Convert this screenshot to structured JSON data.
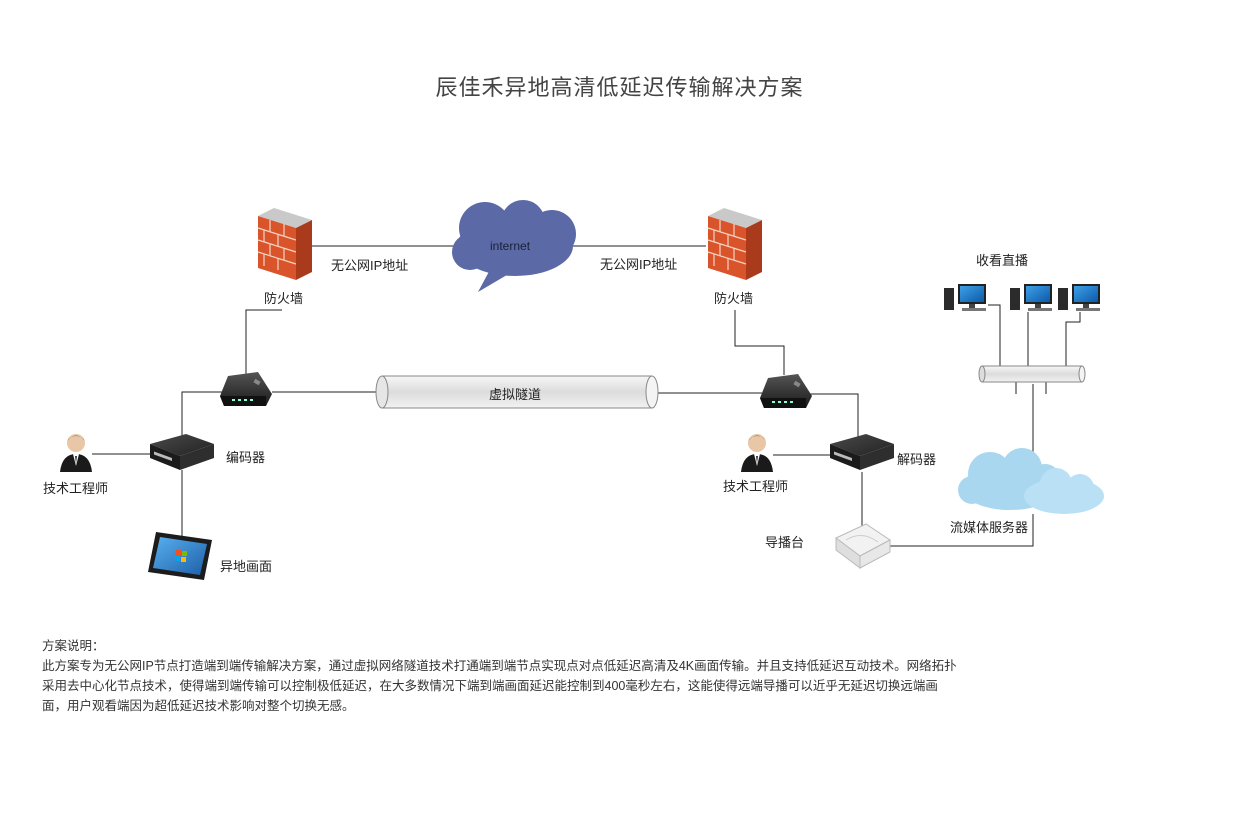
{
  "title": "辰佳禾异地高清低延迟传输解决方案",
  "labels": {
    "firewall_left": "防火墙",
    "firewall_right": "防火墙",
    "no_public_ip_left": "无公网IP地址",
    "no_public_ip_right": "无公网IP地址",
    "internet": "internet",
    "virtual_tunnel": "虚拟隧道",
    "encoder": "编码器",
    "decoder": "解码器",
    "engineer_left": "技术工程师",
    "engineer_right": "技术工程师",
    "remote_screen": "异地画面",
    "director_console": "导播台",
    "streaming_server": "流媒体服务器",
    "watch_live": "收看直播"
  },
  "description": {
    "heading": "方案说明：",
    "line1": "此方案专为无公网IP节点打造端到端传输解决方案，通过虚拟网络隧道技术打通端到端节点实现点对点低延迟高清及4K画面传输。并且支持低延迟互动技术。网络拓扑",
    "line2": "采用去中心化节点技术，使得端到端传输可以控制极低延迟，在大多数情况下端到端画面延迟能控制到400毫秒左右，这能使得远端导播可以近乎无延迟切换远端画",
    "line3": "面，用户观看端因为超低延迟技术影响对整个切换无感。"
  },
  "colors": {
    "cloud_internet": "#5b6aa6",
    "cloud_server": "#a9d7ef",
    "brick": "#d9542a",
    "line": "#222222"
  }
}
